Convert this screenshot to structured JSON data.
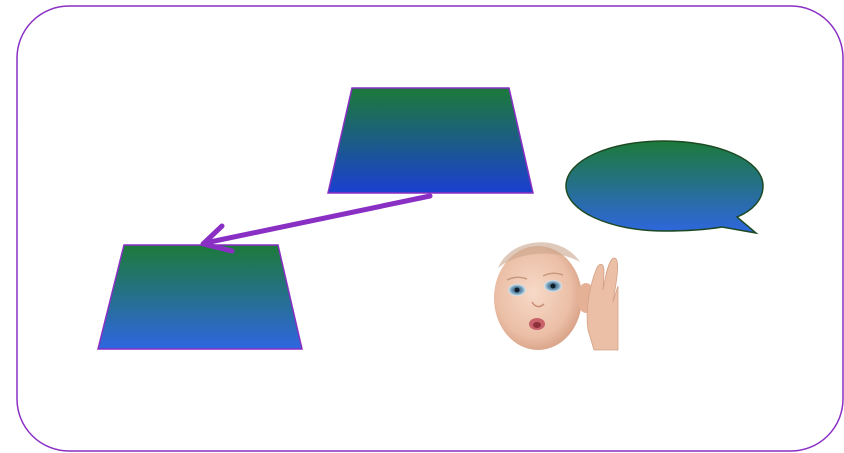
{
  "diagram": {
    "frame": {
      "stroke_color": "#8a2fc4"
    },
    "shapes": [
      {
        "id": "top-trapezoid",
        "kind": "trapezoid",
        "gradient_top": "#1c7a3a",
        "gradient_bottom": "#1b3fd0",
        "stroke_color": "#8a2fc4"
      },
      {
        "id": "bottom-trapezoid",
        "kind": "trapezoid",
        "gradient_top": "#1c7a3a",
        "gradient_bottom": "#2f66e0",
        "stroke_color": "#8a2fc4"
      },
      {
        "id": "speech-bubble",
        "kind": "speech-bubble",
        "gradient_top": "#1c7a3a",
        "gradient_bottom": "#2f66e0",
        "stroke_color": "#1d4a24"
      }
    ],
    "connector": {
      "from": "top-trapezoid",
      "to": "bottom-trapezoid",
      "color": "#8a2fc4"
    },
    "image": {
      "subject": "baby-listening-photo"
    }
  }
}
